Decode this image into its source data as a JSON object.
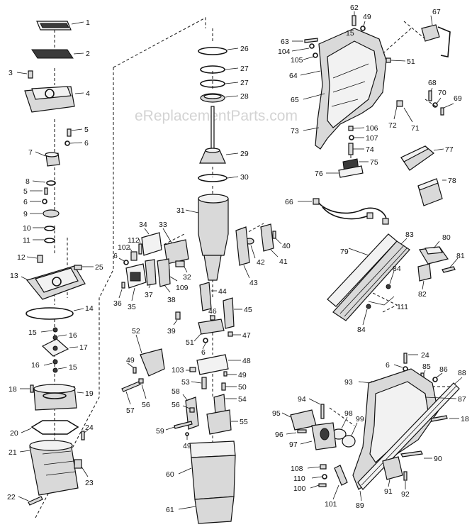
{
  "watermark": "eReplacementParts.com",
  "callouts": [
    {
      "id": "c1",
      "label": "1"
    },
    {
      "id": "c2",
      "label": "2"
    },
    {
      "id": "c3",
      "label": "3"
    },
    {
      "id": "c4",
      "label": "4"
    },
    {
      "id": "c5a",
      "label": "5"
    },
    {
      "id": "c6a",
      "label": "6"
    },
    {
      "id": "c7",
      "label": "7"
    },
    {
      "id": "c8",
      "label": "8"
    },
    {
      "id": "c5b",
      "label": "5"
    },
    {
      "id": "c6b",
      "label": "6"
    },
    {
      "id": "c9",
      "label": "9"
    },
    {
      "id": "c10",
      "label": "10"
    },
    {
      "id": "c11",
      "label": "11"
    },
    {
      "id": "c12",
      "label": "12"
    },
    {
      "id": "c13",
      "label": "13"
    },
    {
      "id": "c25",
      "label": "25"
    },
    {
      "id": "c14",
      "label": "14"
    },
    {
      "id": "c15a",
      "label": "15"
    },
    {
      "id": "c16a",
      "label": "16"
    },
    {
      "id": "c17",
      "label": "17"
    },
    {
      "id": "c16b",
      "label": "16"
    },
    {
      "id": "c15b",
      "label": "15"
    },
    {
      "id": "c18a",
      "label": "18"
    },
    {
      "id": "c19",
      "label": "19"
    },
    {
      "id": "c20",
      "label": "20"
    },
    {
      "id": "c24a",
      "label": "24"
    },
    {
      "id": "c21",
      "label": "21"
    },
    {
      "id": "c23",
      "label": "23"
    },
    {
      "id": "c22",
      "label": "22"
    },
    {
      "id": "c26",
      "label": "26"
    },
    {
      "id": "c27a",
      "label": "27"
    },
    {
      "id": "c27b",
      "label": "27"
    },
    {
      "id": "c28",
      "label": "28"
    },
    {
      "id": "c29",
      "label": "29"
    },
    {
      "id": "c30",
      "label": "30"
    },
    {
      "id": "c31",
      "label": "31"
    },
    {
      "id": "c34",
      "label": "34"
    },
    {
      "id": "c33",
      "label": "33"
    },
    {
      "id": "c112",
      "label": "112"
    },
    {
      "id": "c6c",
      "label": "6"
    },
    {
      "id": "c102",
      "label": "102"
    },
    {
      "id": "c32",
      "label": "32"
    },
    {
      "id": "c109",
      "label": "109"
    },
    {
      "id": "c38",
      "label": "38"
    },
    {
      "id": "c37",
      "label": "37"
    },
    {
      "id": "c36",
      "label": "36"
    },
    {
      "id": "c35",
      "label": "35"
    },
    {
      "id": "c39",
      "label": "39"
    },
    {
      "id": "c40",
      "label": "40"
    },
    {
      "id": "c41",
      "label": "41"
    },
    {
      "id": "c42",
      "label": "42"
    },
    {
      "id": "c43",
      "label": "43"
    },
    {
      "id": "c44",
      "label": "44"
    },
    {
      "id": "c45",
      "label": "45"
    },
    {
      "id": "c46",
      "label": "46"
    },
    {
      "id": "c47",
      "label": "47"
    },
    {
      "id": "c51a",
      "label": "51"
    },
    {
      "id": "c6d",
      "label": "6"
    },
    {
      "id": "c52",
      "label": "52"
    },
    {
      "id": "c48",
      "label": "48"
    },
    {
      "id": "c103",
      "label": "103"
    },
    {
      "id": "c49a",
      "label": "49"
    },
    {
      "id": "c53",
      "label": "53"
    },
    {
      "id": "c50",
      "label": "50"
    },
    {
      "id": "c49b",
      "label": "49"
    },
    {
      "id": "c54",
      "label": "54"
    },
    {
      "id": "c58",
      "label": "58"
    },
    {
      "id": "c56a",
      "label": "56"
    },
    {
      "id": "c57",
      "label": "57"
    },
    {
      "id": "c56b",
      "label": "56"
    },
    {
      "id": "c55",
      "label": "55"
    },
    {
      "id": "c59",
      "label": "59"
    },
    {
      "id": "c49c",
      "label": "49"
    },
    {
      "id": "c60",
      "label": "60"
    },
    {
      "id": "c61",
      "label": "61"
    },
    {
      "id": "c62",
      "label": "62"
    },
    {
      "id": "c49d",
      "label": "49"
    },
    {
      "id": "c67",
      "label": "67"
    },
    {
      "id": "c63",
      "label": "63"
    },
    {
      "id": "c104",
      "label": "104"
    },
    {
      "id": "c15c",
      "label": "15"
    },
    {
      "id": "c105",
      "label": "105"
    },
    {
      "id": "c51b",
      "label": "51"
    },
    {
      "id": "c64",
      "label": "64"
    },
    {
      "id": "c68",
      "label": "68"
    },
    {
      "id": "c70",
      "label": "70"
    },
    {
      "id": "c69",
      "label": "69"
    },
    {
      "id": "c65",
      "label": "65"
    },
    {
      "id": "c72",
      "label": "72"
    },
    {
      "id": "c71",
      "label": "71"
    },
    {
      "id": "c106",
      "label": "106"
    },
    {
      "id": "c73",
      "label": "73"
    },
    {
      "id": "c107",
      "label": "107"
    },
    {
      "id": "c74",
      "label": "74"
    },
    {
      "id": "c77",
      "label": "77"
    },
    {
      "id": "c75",
      "label": "75"
    },
    {
      "id": "c76",
      "label": "76"
    },
    {
      "id": "c78",
      "label": "78"
    },
    {
      "id": "c66",
      "label": "66"
    },
    {
      "id": "c83",
      "label": "83"
    },
    {
      "id": "c80",
      "label": "80"
    },
    {
      "id": "c79",
      "label": "79"
    },
    {
      "id": "c81",
      "label": "81"
    },
    {
      "id": "c84a",
      "label": "84"
    },
    {
      "id": "c82",
      "label": "82"
    },
    {
      "id": "c111",
      "label": "111"
    },
    {
      "id": "c84b",
      "label": "84"
    },
    {
      "id": "c24b",
      "label": "24"
    },
    {
      "id": "c6e",
      "label": "6"
    },
    {
      "id": "c85",
      "label": "85"
    },
    {
      "id": "c86",
      "label": "86"
    },
    {
      "id": "c88",
      "label": "88"
    },
    {
      "id": "c93",
      "label": "93"
    },
    {
      "id": "c87",
      "label": "87"
    },
    {
      "id": "c94",
      "label": "94"
    },
    {
      "id": "c18b",
      "label": "18"
    },
    {
      "id": "c95",
      "label": "95"
    },
    {
      "id": "c98",
      "label": "98"
    },
    {
      "id": "c96",
      "label": "96"
    },
    {
      "id": "c99",
      "label": "99"
    },
    {
      "id": "c97",
      "label": "97"
    },
    {
      "id": "c90",
      "label": "90"
    },
    {
      "id": "c108",
      "label": "108"
    },
    {
      "id": "c110",
      "label": "110"
    },
    {
      "id": "c100",
      "label": "100"
    },
    {
      "id": "c101",
      "label": "101"
    },
    {
      "id": "c89",
      "label": "89"
    },
    {
      "id": "c91",
      "label": "91"
    },
    {
      "id": "c92",
      "label": "92"
    }
  ]
}
